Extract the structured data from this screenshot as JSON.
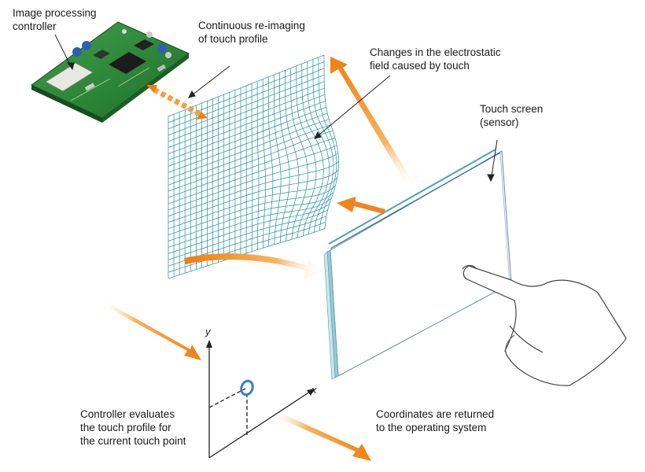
{
  "labels": {
    "controller": [
      "Image processing",
      "controller"
    ],
    "reimaging": [
      "Continuous re-imaging",
      "of touch profile"
    ],
    "field": [
      "Changes in the electrostatic",
      "field caused by touch"
    ],
    "screen": [
      "Touch screen",
      "(sensor)"
    ],
    "evaluates": [
      "Controller evaluates",
      "the touch profile for",
      "the current touch point"
    ],
    "coordinates": [
      "Coordinates are returned",
      "to the operating system"
    ]
  },
  "axes": {
    "x": "x",
    "y": "y"
  },
  "colors": {
    "arrow_orange": "#f08a1c",
    "mesh_teal": "#1f8fa8",
    "pcb_green": "#2e8b3a",
    "touch_point_blue": "#3a7fd0",
    "glass_edge": "#4aa3b8"
  },
  "icons": [
    "circuit-board-icon",
    "hand-icon",
    "touch-point-ring-icon"
  ]
}
